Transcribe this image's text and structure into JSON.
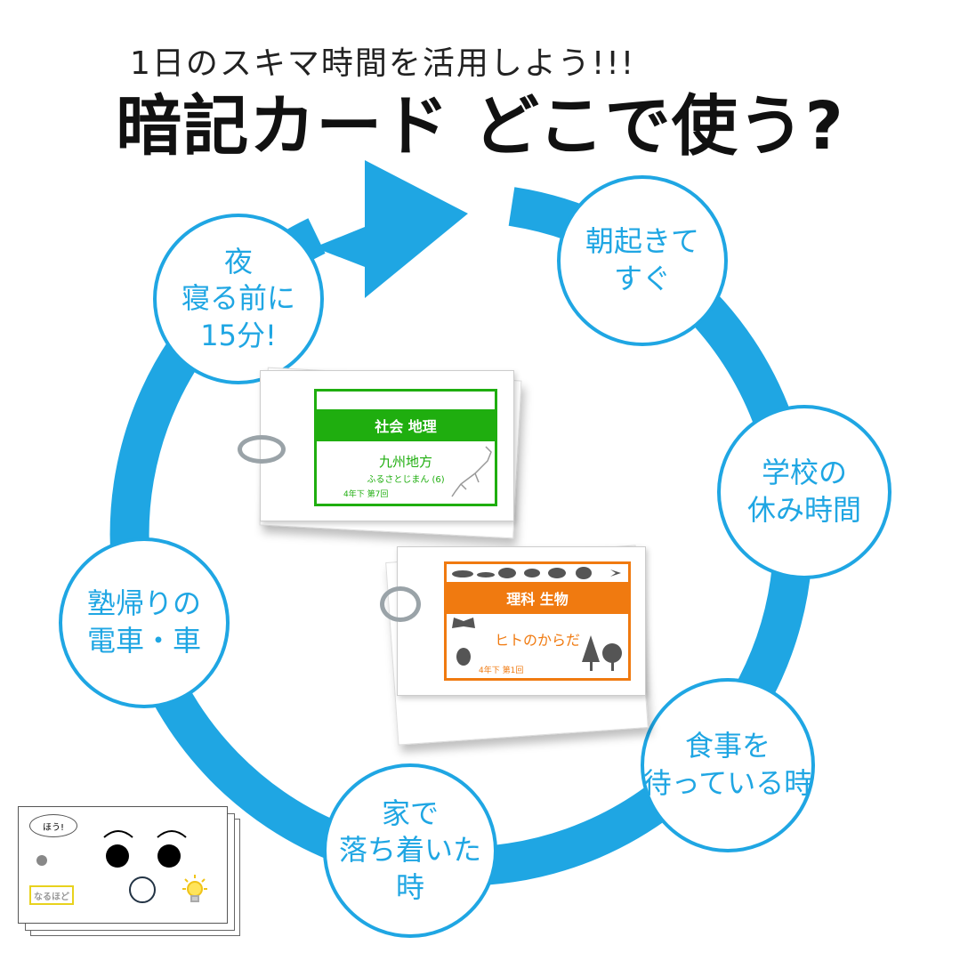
{
  "header": {
    "subtitle": "1日のスキマ時間を活用しよう!!!",
    "title": "暗記カード どこで使う?"
  },
  "bubbles": [
    {
      "id": "night",
      "lines": [
        "夜",
        "寝る前に",
        "15分!"
      ]
    },
    {
      "id": "morning",
      "lines": [
        "朝起きて",
        "すぐ"
      ]
    },
    {
      "id": "school",
      "lines": [
        "学校の",
        "休み時間"
      ]
    },
    {
      "id": "meal",
      "lines": [
        "食事を",
        "待っている時"
      ]
    },
    {
      "id": "home",
      "lines": [
        "家で",
        "落ち着いた",
        "時"
      ]
    },
    {
      "id": "train",
      "lines": [
        "塾帰りの",
        "電車・車"
      ]
    }
  ],
  "cards": {
    "social": {
      "header": "社会 地理",
      "title": "九州地方",
      "subtitle": "ふるさとじまん (6)",
      "footer": "4年下 第7回",
      "color": "#1fae0f"
    },
    "science": {
      "header": "理科 生物",
      "title": "ヒトのからだ",
      "footer": "4年下 第1回",
      "color": "#f07a10"
    }
  },
  "mascot_card": {
    "speech": "ほう!",
    "label": "なるほど",
    "icon": "lightbulb-icon"
  },
  "colors": {
    "accent": "#1fa6e3"
  }
}
